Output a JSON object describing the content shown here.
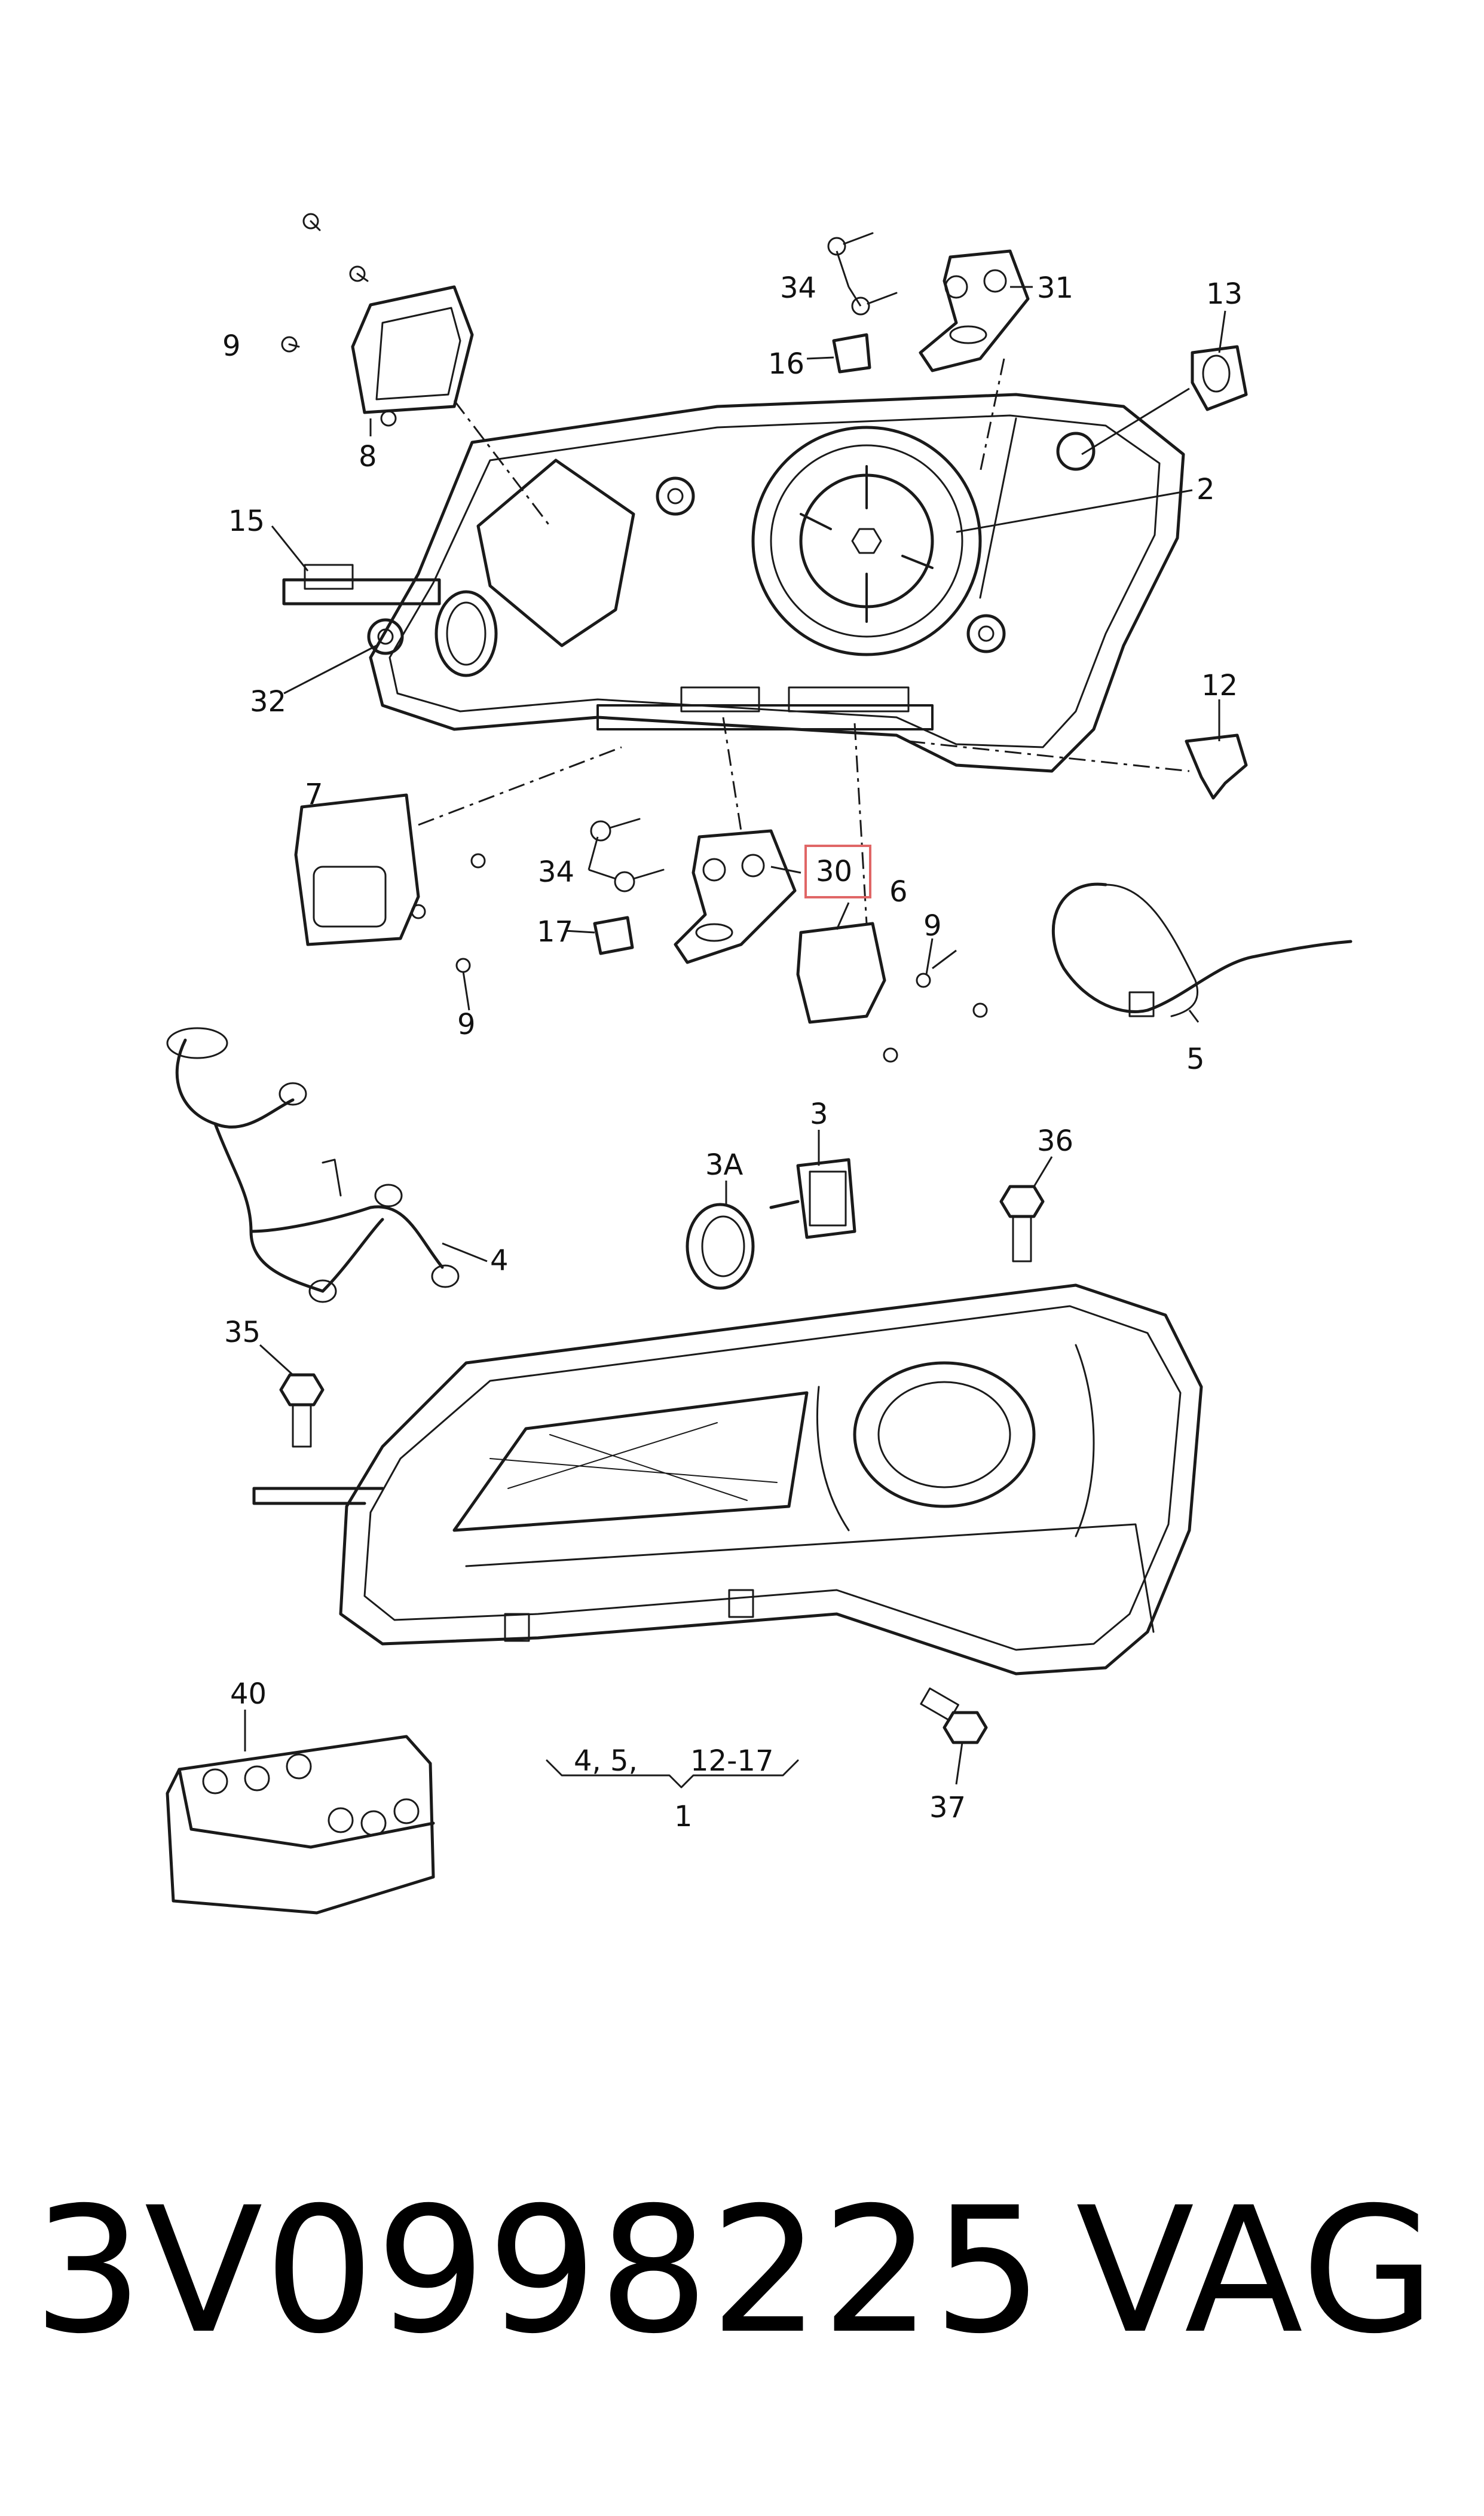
{
  "labels": {
    "l1": "1",
    "l2": "2",
    "l3": "3",
    "l3a": "3A",
    "l4": "4",
    "l5": "5",
    "l6": "6",
    "l7": "7",
    "l8": "8",
    "l9a": "9",
    "l9b": "9",
    "l9c": "9",
    "l12": "12",
    "l13": "13",
    "l15": "15",
    "l16": "16",
    "l17": "17",
    "l30": "30",
    "l31": "31",
    "l32": "32",
    "l34a": "34",
    "l34b": "34",
    "l35": "35",
    "l36": "36",
    "l37": "37",
    "l40": "40",
    "group_left": "4, 5,",
    "group_right": "12-17"
  },
  "highlight_color": "#e06666",
  "footer": {
    "part_number": "3V0998225",
    "brand": "VAG"
  }
}
